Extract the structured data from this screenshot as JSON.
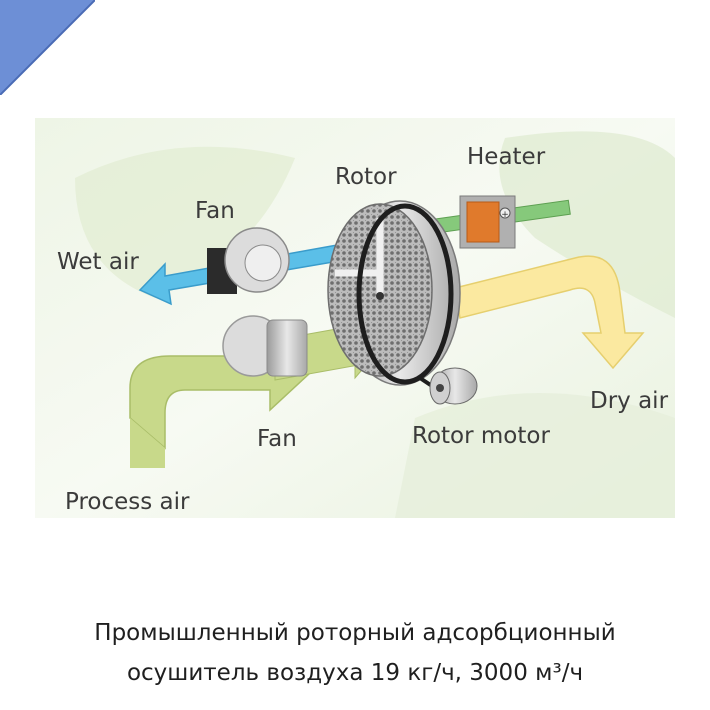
{
  "diagram": {
    "labels": {
      "heater": "Heater",
      "rotor": "Rotor",
      "fan_top": "Fan",
      "wet_air": "Wet air",
      "fan_bottom": "Fan",
      "dry_air": "Dry air",
      "rotor_motor": "Rotor motor",
      "process_air": "Process air"
    },
    "colors": {
      "process_air": "#c8d98a",
      "wet_air": "#5bbfe8",
      "dry_air": "#fbe9a0",
      "heater_pipe": "#86c97b",
      "heater_body": "#e07a2c",
      "corner_triangle": "#6d8fd6"
    }
  },
  "caption": {
    "line1": "Промышленный роторный адсорбционный",
    "line2": "осушитель воздуха 19 кг/ч, 3000 м³/ч"
  }
}
